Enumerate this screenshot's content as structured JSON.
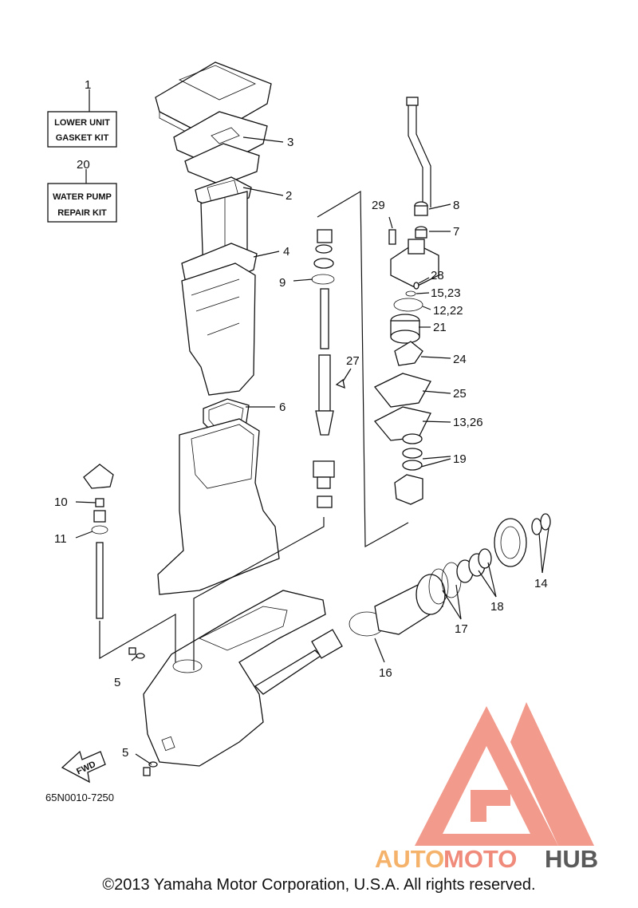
{
  "boxes": {
    "gasket_kit": {
      "number": "1",
      "line1": "LOWER UNIT",
      "line2": "GASKET KIT"
    },
    "water_pump_kit": {
      "number": "20",
      "line1": "WATER PUMP",
      "line2": "REPAIR KIT"
    }
  },
  "callouts": {
    "c2": "2",
    "c3": "3",
    "c4": "4",
    "c5a": "5",
    "c5b": "5",
    "c6": "6",
    "c7": "7",
    "c8": "8",
    "c9": "9",
    "c10": "10",
    "c11": "11",
    "c12_22": "12,22",
    "c13_26": "13,26",
    "c14": "14",
    "c15_23": "15,23",
    "c16": "16",
    "c17": "17",
    "c18": "18",
    "c19": "19",
    "c21": "21",
    "c24": "24",
    "c25": "25",
    "c27": "27",
    "c28": "28",
    "c29": "29"
  },
  "fwd_label": "FWD",
  "part_code": "65N0010-7250",
  "watermark": {
    "auto": "AUTO",
    "moto": "MOTO",
    "hub": "HUB",
    "color_primary": "#f08a7a",
    "color_secondary": "#f5b26b",
    "color_hub": "#5a5a5a"
  },
  "copyright": "©2013 Yamaha Motor Corporation, U.S.A. All rights reserved."
}
